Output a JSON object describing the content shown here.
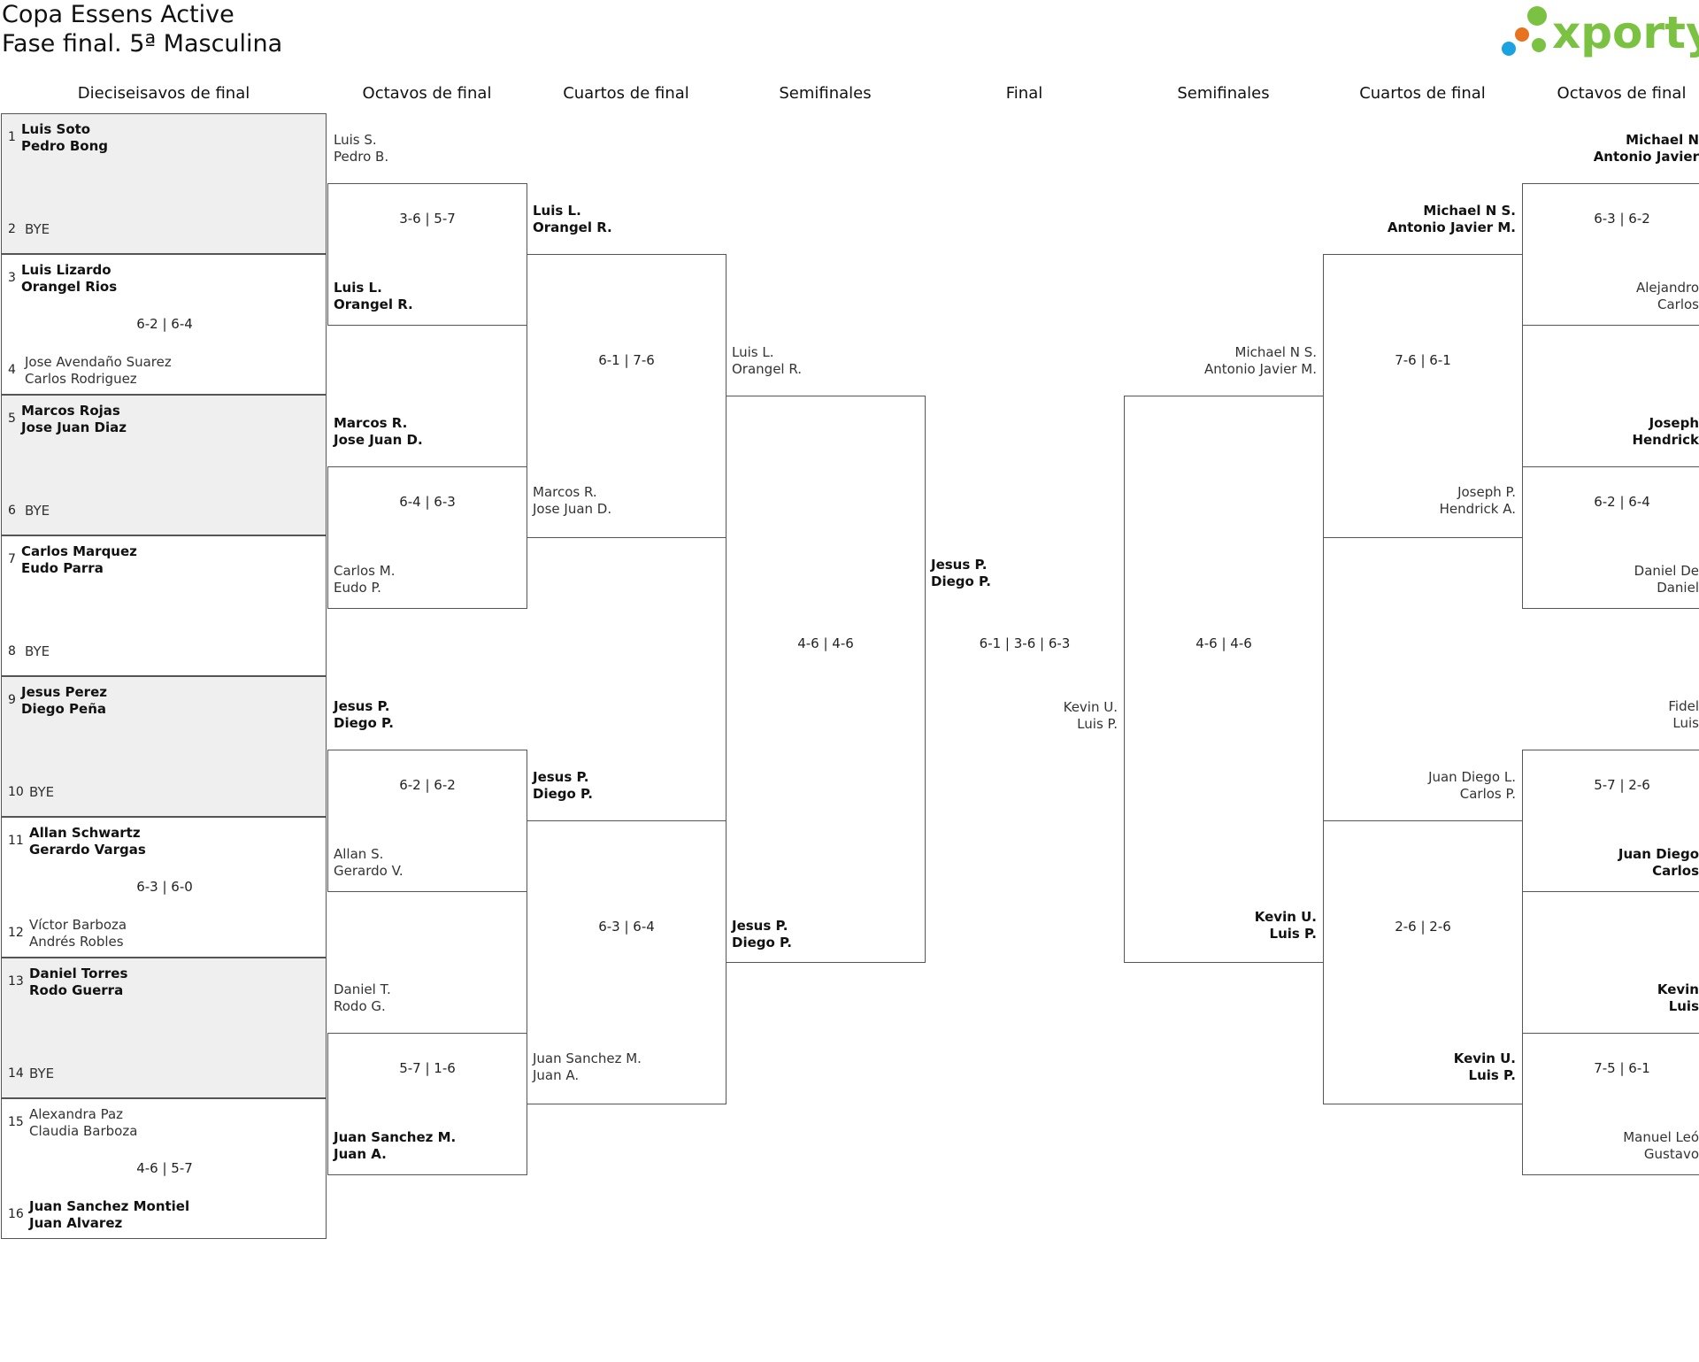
{
  "header": {
    "title_line1": "Copa Essens Active",
    "title_line2": "Fase final. 5ª Masculina",
    "logo_text": "xporty",
    "logo_colors": [
      "#7cc242",
      "#e8731f",
      "#1aa3e0"
    ]
  },
  "rounds": [
    "Dieciseisavos de final",
    "Octavos de final",
    "Cuartos de final",
    "Semifinales",
    "Final",
    "Semifinales",
    "Cuartos de final",
    "Octavos de final"
  ],
  "r32": [
    {
      "seed1": "1",
      "team1": "Luis Soto",
      "team1b": "Pedro Bong",
      "seed2": "2",
      "team2": "BYE",
      "team2b": "",
      "score": "",
      "shaded": true,
      "win": 1
    },
    {
      "seed1": "3",
      "team1": "Luis Lizardo",
      "team1b": "Orangel Rios",
      "seed2": "4",
      "team2": "Jose Avendaño Suarez",
      "team2b": "Carlos Rodriguez",
      "score": "6-2 | 6-4",
      "shaded": false,
      "win": 1
    },
    {
      "seed1": "5",
      "team1": "Marcos Rojas",
      "team1b": "Jose Juan Diaz",
      "seed2": "6",
      "team2": "BYE",
      "team2b": "",
      "score": "",
      "shaded": true,
      "win": 1
    },
    {
      "seed1": "7",
      "team1": "Carlos Marquez",
      "team1b": "Eudo Parra",
      "seed2": "8",
      "team2": "BYE",
      "team2b": "",
      "score": "",
      "shaded": false,
      "win": 1
    },
    {
      "seed1": "9",
      "team1": "Jesus Perez",
      "team1b": "Diego Peña",
      "seed2": "10",
      "team2": "BYE",
      "team2b": "",
      "score": "",
      "shaded": true,
      "win": 1
    },
    {
      "seed1": "11",
      "team1": "Allan Schwartz",
      "team1b": "Gerardo Vargas",
      "seed2": "12",
      "team2": "Víctor Barboza",
      "team2b": "Andrés Robles",
      "score": "6-3 | 6-0",
      "shaded": false,
      "win": 1
    },
    {
      "seed1": "13",
      "team1": "Daniel Torres",
      "team1b": "Rodo Guerra",
      "seed2": "14",
      "team2": "BYE",
      "team2b": "",
      "score": "",
      "shaded": true,
      "win": 1
    },
    {
      "seed1": "15",
      "team1": "Alexandra Paz",
      "team1b": "Claudia Barboza",
      "seed2": "16",
      "team2": "Juan Sanchez Montiel",
      "team2b": "Juan Alvarez",
      "score": "4-6 | 5-7",
      "shaded": false,
      "win": 2
    }
  ],
  "left_r16": [
    {
      "top": "Luis S.",
      "topb": "Pedro B.",
      "bottom": "Luis L.",
      "bottomb": "Orangel R.",
      "score": "3-6 | 5-7",
      "win": 2
    },
    {
      "top": "Marcos R.",
      "topb": "Jose Juan D.",
      "bottom": "Carlos M.",
      "bottomb": "Eudo P.",
      "score": "6-4 | 6-3",
      "win": 1
    },
    {
      "top": "Jesus P.",
      "topb": "Diego P.",
      "bottom": "Allan S.",
      "bottomb": "Gerardo V.",
      "score": "6-2 | 6-2",
      "win": 1
    },
    {
      "top": "Daniel T.",
      "topb": "Rodo G.",
      "bottom": "Juan Sanchez M.",
      "bottomb": "Juan A.",
      "score": "5-7 | 1-6",
      "win": 2
    }
  ],
  "left_qf": [
    {
      "top": "Luis L.",
      "topb": "Orangel R.",
      "bottom": "Marcos R.",
      "bottomb": "Jose Juan D.",
      "score": "6-1 | 7-6",
      "win": 1
    },
    {
      "top": "Jesus P.",
      "topb": "Diego P.",
      "bottom": "Juan Sanchez M.",
      "bottomb": "Juan A.",
      "score": "6-3 | 6-4",
      "win": 1
    }
  ],
  "left_sf": {
    "top": "Luis L.",
    "topb": "Orangel R.",
    "bottom": "Jesus P.",
    "bottomb": "Diego P.",
    "score": "4-6 | 4-6",
    "win": 2
  },
  "final": {
    "top": "Jesus P.",
    "topb": "Diego P.",
    "bottom": "Kevin U.",
    "bottomb": "Luis P.",
    "score": "6-1 | 3-6 | 6-3"
  },
  "right_sf": {
    "top": "Michael N S.",
    "topb": "Antonio Javier M.",
    "bottom": "Kevin U.",
    "bottomb": "Luis P.",
    "score": "4-6 | 4-6",
    "win": 2
  },
  "right_qf": [
    {
      "top": "Michael N S.",
      "topb": "Antonio Javier M.",
      "bottom": "Joseph P.",
      "bottomb": "Hendrick A.",
      "score": "7-6 | 6-1",
      "win": 1
    },
    {
      "top": "Juan Diego L.",
      "topb": "Carlos P.",
      "bottom": "Kevin U.",
      "bottomb": "Luis P.",
      "score": "2-6 | 2-6",
      "win": 2
    }
  ],
  "right_r16": [
    {
      "top": "Michael N",
      "topb": "Antonio Javier",
      "bottom": "Alejandro",
      "bottomb": "Carlos",
      "score": "6-3 | 6-2",
      "win": 1
    },
    {
      "top": "Joseph",
      "topb": "Hendrick",
      "bottom": "Daniel De",
      "bottomb": "Daniel",
      "score": "6-2 | 6-4",
      "win": 1
    },
    {
      "top": "Fidel",
      "topb": "Luis",
      "bottom": "Juan Diego",
      "bottomb": "Carlos",
      "score": "5-7 | 2-6",
      "win": 2
    },
    {
      "top": "Kevin",
      "topb": "Luis",
      "bottom": "Manuel Leó",
      "bottomb": "Gustavo",
      "score": "7-5 | 6-1",
      "win": 1
    }
  ]
}
